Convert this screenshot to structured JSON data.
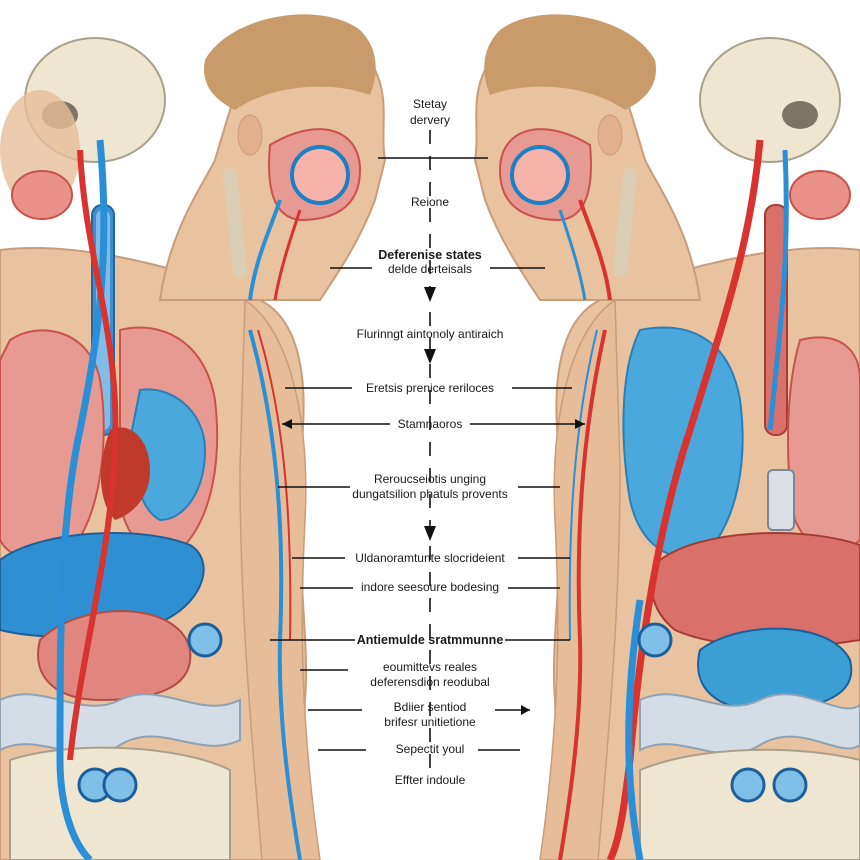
{
  "diagram": {
    "labels": [
      "Stetay",
      "dervery",
      "Reione",
      "Deferenise states",
      "delde derteisals",
      "Flurinngt aintonoly antiraich",
      "Eretsis prenice reriloces",
      "Stamnaoros",
      "Reroucseiotis unging",
      "dungatsilion phatuls provents",
      "Uldanoramtunte slocrideient",
      "indore seesoure bodesing",
      "Antiemulde sratmmunne",
      "eoumittevs reales",
      "deferensdion reodubal",
      "Bdiier sentiod",
      "brifesr unitietione",
      "Sepectit youl",
      "Effter indoule"
    ]
  },
  "colors": {
    "skin": "#e9c2a0",
    "artery": "#d8332f",
    "vein": "#2a8fd6",
    "lung_pink": "#e79a92",
    "lung_blue": "#4aa8dc",
    "liver_blue": "#2f8fd3",
    "liver_red": "#d9706a",
    "bone": "#efe6d2",
    "hair": "#c99a6a"
  }
}
